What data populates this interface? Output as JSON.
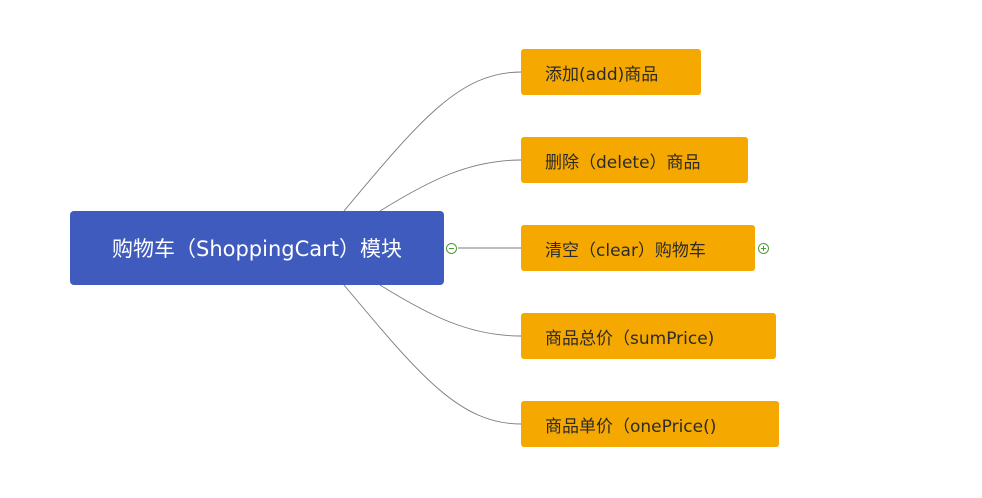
{
  "mindmap": {
    "root": {
      "label": "购物车（ShoppingCart）模块",
      "color": "#3f5bbd"
    },
    "children": [
      {
        "label": "添加(add)商品"
      },
      {
        "label": "删除（delete）商品"
      },
      {
        "label": "清空（clear）购物车"
      },
      {
        "label": "商品总价（sumPrice)"
      },
      {
        "label": "商品单价（onePrice()"
      }
    ],
    "child_color": "#f4a800",
    "connector_color": "#7a7a7a",
    "collapse_icon": "minus-circle-icon",
    "expand_icon": "plus-circle-icon"
  }
}
